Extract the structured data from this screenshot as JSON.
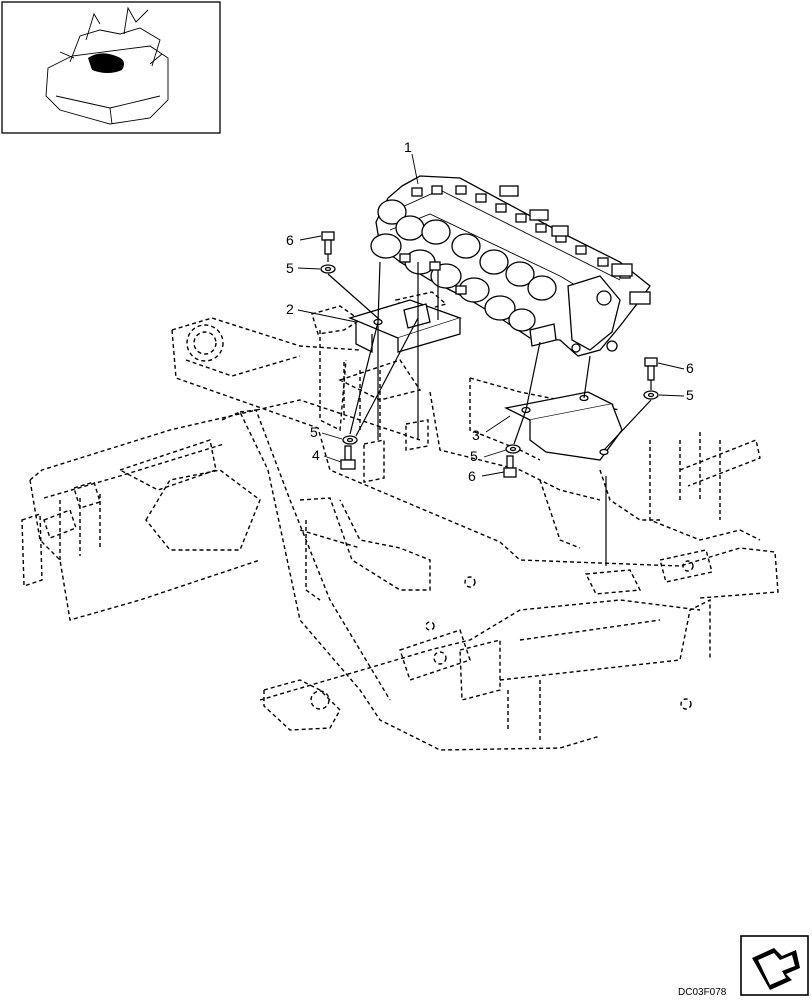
{
  "callouts": {
    "c1": "1",
    "c2": "2",
    "c3": "3",
    "c4": "4",
    "c5a": "5",
    "c5b": "5",
    "c5c": "5",
    "c5d": "5",
    "c6a": "6",
    "c6b": "6",
    "c6c": "6"
  },
  "drawing_code": "DC03F078",
  "icons": {
    "locator": "machine-locator-thumbnail-icon",
    "navigation": "next-page-arrow-icon"
  }
}
